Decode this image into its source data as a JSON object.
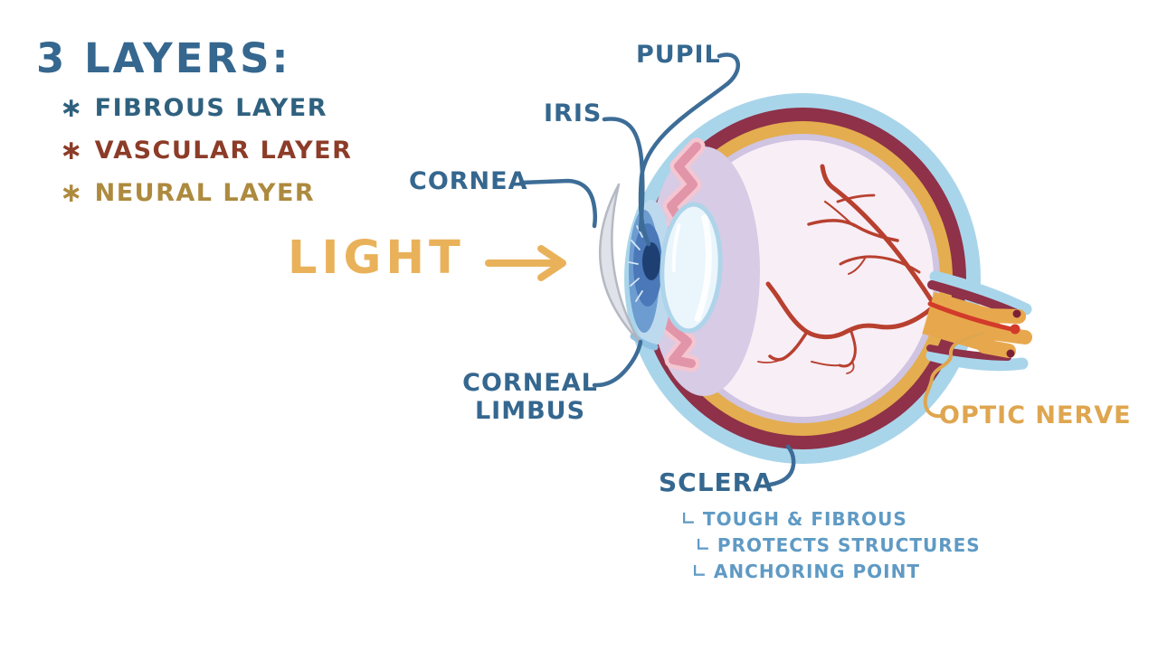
{
  "title_block": {
    "title": "3 LAYERS:",
    "bullet": "∗",
    "items": [
      {
        "label": "FIBROUS LAYER",
        "color": "#2f617f"
      },
      {
        "label": "VASCULAR LAYER",
        "color": "#8c3c28"
      },
      {
        "label": "NEURAL LAYER",
        "color": "#ad8a3e"
      }
    ]
  },
  "light": {
    "label": "LIGHT",
    "color": "#e9b25a"
  },
  "eye_labels": {
    "pupil": "PUPIL",
    "iris": "IRIS",
    "cornea": "CORNEA",
    "corneal_limbus_line1": "CORNEAL",
    "corneal_limbus_line2": "LIMBUS",
    "sclera": "SCLERA",
    "optic_nerve": "OPTIC NERVE"
  },
  "sclera_notes": {
    "bullet": "∟",
    "color": "#5f9ac4",
    "items": [
      "TOUGH & FIBROUS",
      "PROTECTS STRUCTURES",
      "ANCHORING POINT"
    ]
  },
  "colors": {
    "label_blue": "#35678f",
    "pointer_blue": "#3d6d97",
    "optic_gold": "#dfa64f",
    "sclera_blue": "#a9d5ea",
    "choroid_maroon": "#8e3149",
    "retina_gold": "#e4ad4f",
    "lavender_layer": "#cfc4e1",
    "interior_pink": "#f8eef6",
    "vessel_red": "#b8402f",
    "iris_blue": "#4a78b8",
    "pupil_navy": "#1e3f72",
    "lens_blue": "#ebf6fc",
    "cornea_gray": "#dde0e7",
    "ciliary_pink": "#e295a8"
  }
}
